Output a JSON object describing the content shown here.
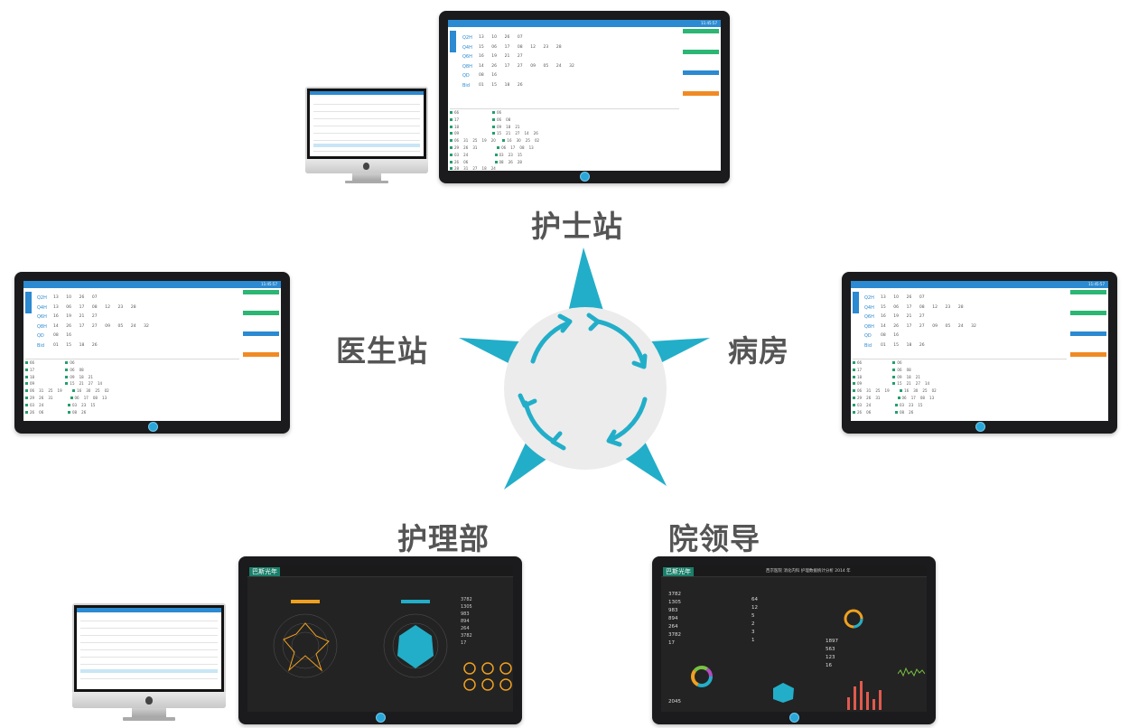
{
  "labels": {
    "nurse_station": "护士站",
    "doctor_station": "医生站",
    "ward": "病房",
    "nursing_dept": "护理部",
    "hospital_leader": "院领导"
  },
  "screen": {
    "time": "11:45:57",
    "rows": [
      "Q2H",
      "Q4H",
      "Q6H",
      "Q8H",
      "QD",
      "Bid"
    ],
    "brand": "巴斯光年",
    "leader_title": "西京医院 消化内科 护理数据统计分析 2014 年"
  },
  "nursing_stats": {
    "values": [
      "3782",
      "1305",
      "983",
      "894",
      "264",
      "3782",
      "17"
    ]
  },
  "leader_stats": {
    "values": [
      "3782",
      "1305",
      "983",
      "894",
      "264",
      "3782",
      "17",
      "2045"
    ],
    "mid": [
      "64",
      "12",
      "5",
      "2",
      "3",
      "1"
    ],
    "right": [
      "1897",
      "563",
      "123",
      "16"
    ]
  },
  "colors": {
    "star": "#22aec9",
    "circle_fill": "#ececec",
    "accent": "#2b8ad1"
  },
  "icons": {
    "cycle": "circular-arrows-icon",
    "star": "four-point-star-icon"
  }
}
